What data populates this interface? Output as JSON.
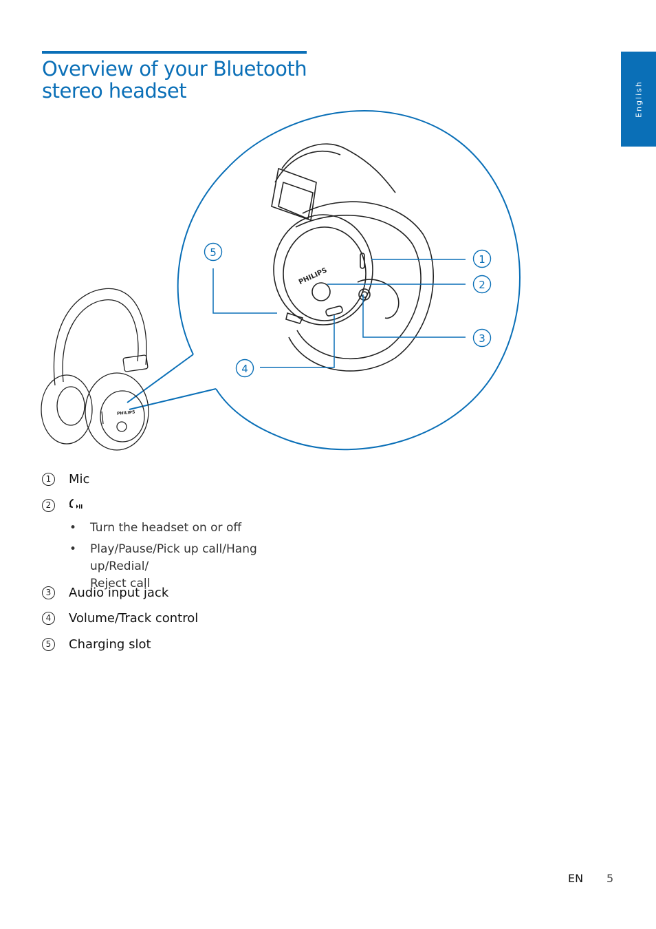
{
  "header": {
    "title_line1": "Overview of your Bluetooth",
    "title_line2": "stereo headset",
    "language_tab": "English"
  },
  "diagram": {
    "brand_large": "PHILIPS",
    "brand_small": "PHILIPS",
    "callouts": [
      "1",
      "2",
      "3",
      "4",
      "5"
    ]
  },
  "items": [
    {
      "number": "1",
      "label": "Mic"
    },
    {
      "number": "2",
      "icon": "call-play-pause-icon",
      "bullets": [
        "Turn the headset on or off",
        "Play/Pause/Pick up call/Hang up/Redial/",
        "Reject call"
      ]
    },
    {
      "number": "3",
      "label": "Audio input jack"
    },
    {
      "number": "4",
      "label": "Volume/Track control"
    },
    {
      "number": "5",
      "label": "Charging slot"
    }
  ],
  "bullet_glyph": "•",
  "footer": {
    "lang": "EN",
    "page": "5"
  },
  "colors": {
    "accent": "#0a6fb7"
  }
}
